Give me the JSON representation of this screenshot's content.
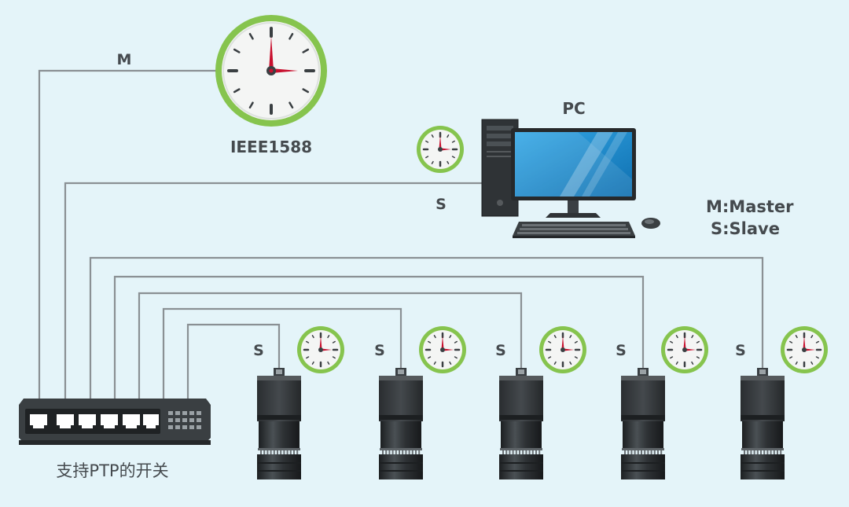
{
  "labels": {
    "master_tag": "M",
    "ieee": "IEEE1588",
    "pc": "PC",
    "pc_tag": "S",
    "legend_master": "M:Master",
    "legend_slave": "S:Slave",
    "switch_caption": "支持PTP的开关"
  },
  "cameras": [
    {
      "tag": "S"
    },
    {
      "tag": "S"
    },
    {
      "tag": "S"
    },
    {
      "tag": "S"
    },
    {
      "tag": "S"
    }
  ],
  "colors": {
    "background": "#e4f4f9",
    "wire": "#8a9094",
    "clock_ring": "#86c44e",
    "clock_hand": "#c8102e",
    "text": "#454a4e",
    "monitor_screen": "#1e94d8",
    "device_dark": "#2f3336"
  },
  "icons": [
    "clock-icon",
    "pc-tower-icon",
    "monitor-icon",
    "keyboard-icon",
    "mouse-icon",
    "camera-icon",
    "switch-icon"
  ]
}
